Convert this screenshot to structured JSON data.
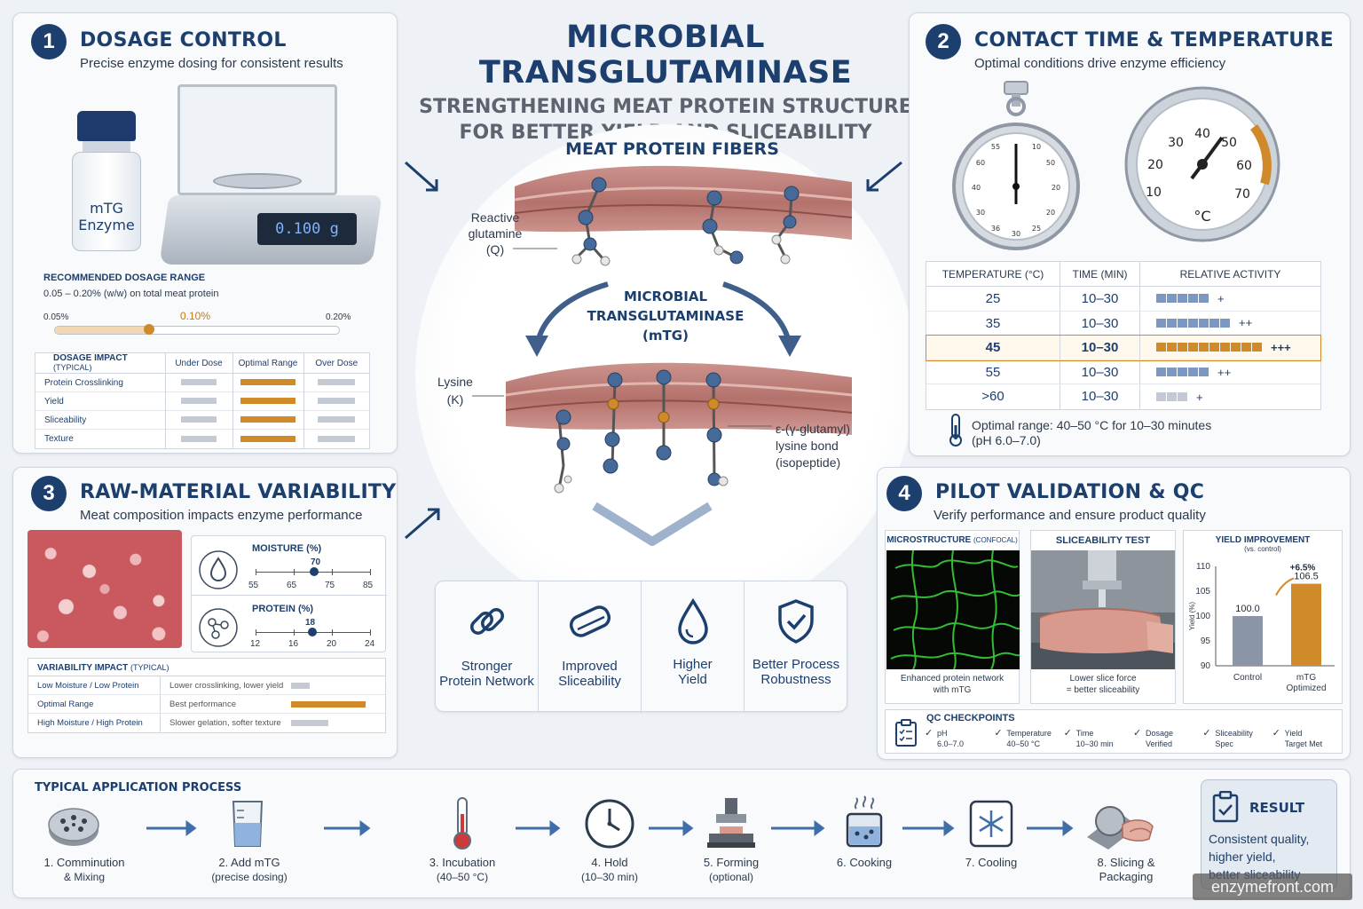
{
  "header": {
    "title": "MICROBIAL TRANSGLUTAMINASE",
    "subtitle_line1": "STRENGTHENING MEAT PROTEIN STRUCTURE",
    "subtitle_line2": "FOR BETTER YIELD AND SLICEABILITY"
  },
  "center": {
    "fibers_title": "MEAT PROTEIN FIBERS",
    "reactive_line1": "Reactive",
    "reactive_line2": "glutamine",
    "reactive_line3": "(Q)",
    "enzyme_line1": "MICROBIAL",
    "enzyme_line2": "TRANSGLUTAMINASE",
    "enzyme_line3": "(mTG)",
    "lysine_line1": "Lysine",
    "lysine_line2": "(K)",
    "bond_line1": "ε-(γ-glutamyl)",
    "bond_line2": "lysine bond",
    "bond_line3": "(isopeptide)",
    "benefits": [
      {
        "icon": "link-icon",
        "line1": "Stronger",
        "line2": "Protein Network"
      },
      {
        "icon": "eraser-icon",
        "line1": "Improved",
        "line2": "Sliceability"
      },
      {
        "icon": "droplet-icon",
        "line1": "Higher",
        "line2": "Yield"
      },
      {
        "icon": "shield-check-icon",
        "line1": "Better Process",
        "line2": "Robustness"
      }
    ]
  },
  "panel1": {
    "num": "1",
    "title": "DOSAGE CONTROL",
    "subtitle": "Precise enzyme dosing for consistent results",
    "vial_line1": "mTG",
    "vial_line2": "Enzyme",
    "scale_reading": "0.100 g",
    "range_title": "RECOMMENDED DOSAGE RANGE",
    "range_text": "0.05 – 0.20% (w/w) on total meat protein",
    "slider_min": "0.05%",
    "slider_mid": "0.10%",
    "slider_max": "0.20%",
    "slider_fraction": 0.33,
    "table_header": [
      "DOSAGE IMPACT",
      "(TYPICAL)",
      "Under Dose",
      "Optimal Range",
      "Over Dose"
    ],
    "rows": [
      "Protein Crosslinking",
      "Yield",
      "Sliceability",
      "Texture"
    ]
  },
  "panel2": {
    "num": "2",
    "title": "CONTACT TIME & TEMPERATURE",
    "subtitle": "Optimal conditions drive enzyme efficiency",
    "stopwatch_ticks": [
      "55",
      "10",
      "60",
      "50",
      "40",
      "30",
      "20",
      "25",
      "30",
      "36",
      "10",
      "20"
    ],
    "gauge_ticks": [
      "10",
      "20",
      "30",
      "40",
      "50",
      "60",
      "70"
    ],
    "gauge_unit": "°C",
    "table_header": [
      "TEMPERATURE (°C)",
      "TIME (MIN)",
      "RELATIVE ACTIVITY"
    ],
    "rows": [
      {
        "temp": "25",
        "time": "10–30",
        "activity": "+",
        "blocks": 5
      },
      {
        "temp": "35",
        "time": "10–30",
        "activity": "++",
        "blocks": 7
      },
      {
        "temp": "45",
        "time": "10–30",
        "activity": "+++",
        "blocks": 10
      },
      {
        "temp": "55",
        "time": "10–30",
        "activity": "++",
        "blocks": 5
      },
      {
        "temp": ">60",
        "time": "10–30",
        "activity": "+",
        "blocks": 3
      }
    ],
    "note_line1": "Optimal range: 40–50 °C for 10–30 minutes",
    "note_line2": "(pH 6.0–7.0)"
  },
  "panel3": {
    "num": "3",
    "title": "RAW-MATERIAL VARIABILITY",
    "subtitle": "Meat composition impacts enzyme performance",
    "moisture_label": "MOISTURE (%)",
    "moisture_value": "70",
    "moisture_ticks": [
      "55",
      "65",
      "75",
      "85"
    ],
    "protein_label": "PROTEIN (%)",
    "protein_value": "18",
    "protein_ticks": [
      "12",
      "16",
      "20",
      "24"
    ],
    "impact_title": "VARIABILITY IMPACT",
    "impact_typical": "(TYPICAL)",
    "impact_rows": [
      {
        "label": "Low Moisture / Low Protein",
        "desc": "Lower crosslinking, lower yield",
        "level": 0.25
      },
      {
        "label": "Optimal Range",
        "desc": "Best performance",
        "level": 1.0
      },
      {
        "label": "High Moisture / High Protein",
        "desc": "Slower gelation, softer texture",
        "level": 0.5
      }
    ]
  },
  "panel4": {
    "num": "4",
    "title": "PILOT VALIDATION & QC",
    "subtitle": "Verify performance and ensure product quality",
    "micro_title": "MICROSTRUCTURE",
    "micro_typ": "(CONFOCAL)",
    "micro_cap1": "Enhanced protein network",
    "micro_cap2": "with mTG",
    "slice_title": "SLICEABILITY TEST",
    "slice_cap1": "Lower slice force",
    "slice_cap2": "= better sliceability",
    "qc_title": "QC CHECKPOINTS",
    "qc_items": [
      {
        "line1": "pH",
        "line2": "6.0–7.0"
      },
      {
        "line1": "Temperature",
        "line2": "40–50 °C"
      },
      {
        "line1": "Time",
        "line2": "10–30 min"
      },
      {
        "line1": "Dosage",
        "line2": "Verified"
      },
      {
        "line1": "Sliceability",
        "line2": "Spec"
      },
      {
        "line1": "Yield",
        "line2": "Target Met"
      }
    ]
  },
  "chart_data": {
    "type": "bar",
    "title": "YIELD IMPROVEMENT",
    "subtitle": "(vs. control)",
    "categories": [
      "Control",
      "mTG Optimized"
    ],
    "category_lines": [
      [
        "Control"
      ],
      [
        "mTG",
        "Optimized"
      ]
    ],
    "values": [
      100.0,
      106.5
    ],
    "value_labels": [
      "100.0",
      "106.5"
    ],
    "annotation": "+6.5%",
    "ylabel": "Yield (%)",
    "ylim": [
      90,
      110
    ],
    "yticks": [
      "90",
      "95",
      "100",
      "105",
      "110"
    ],
    "colors": [
      "#8a96a8",
      "#d08a2a"
    ]
  },
  "process": {
    "title": "TYPICAL APPLICATION PROCESS",
    "steps": [
      {
        "icon": "grinder-plate-icon",
        "line1": "1. Comminution",
        "line2": "& Mixing"
      },
      {
        "icon": "beaker-icon",
        "line1": "2. Add mTG",
        "line2": "(precise dosing)"
      },
      {
        "icon": "thermometer-icon",
        "line1": "3. Incubation",
        "line2": "(40–50 °C)"
      },
      {
        "icon": "clock-icon",
        "line1": "4. Hold",
        "line2": "(10–30 min)"
      },
      {
        "icon": "press-icon",
        "line1": "5. Forming",
        "line2": "(optional)"
      },
      {
        "icon": "cooking-pot-icon",
        "line1": "6. Cooking",
        "line2": ""
      },
      {
        "icon": "snowflake-icon",
        "line1": "7. Cooling",
        "line2": ""
      },
      {
        "icon": "slicer-icon",
        "line1": "8. Slicing &",
        "line2": "Packaging"
      }
    ],
    "result_title": "RESULT",
    "result_line1": "Consistent quality,",
    "result_line2": "higher yield,",
    "result_line3": "better sliceability"
  },
  "watermark": "enzymefront.com"
}
